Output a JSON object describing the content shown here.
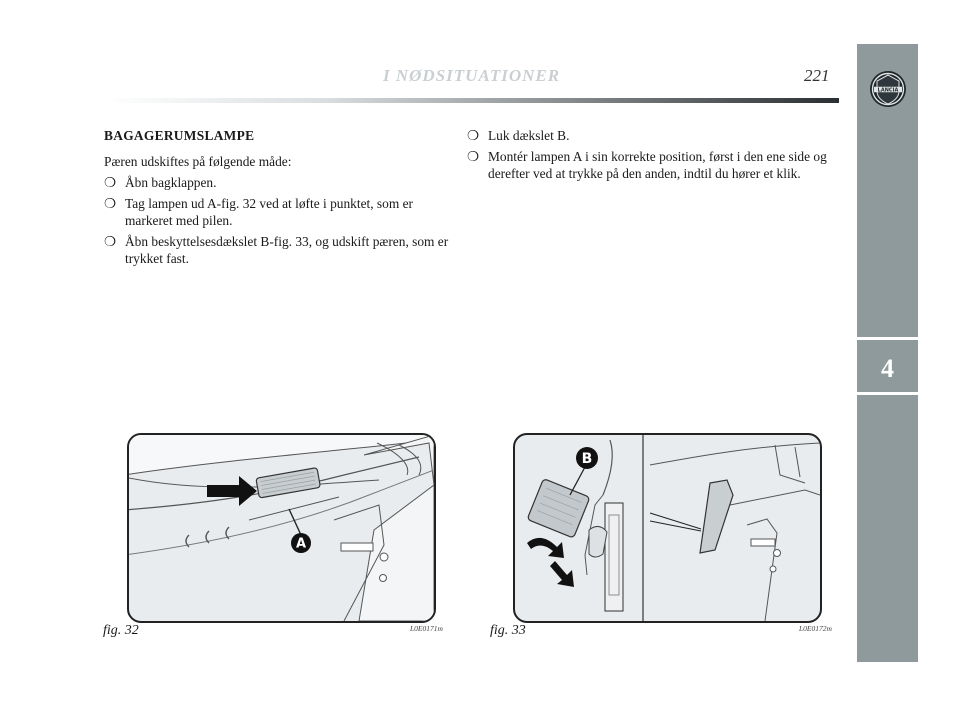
{
  "header": {
    "title": "I NØDSITUATIONER",
    "page_number": "221"
  },
  "sidebar": {
    "logo_text": "LANCIA",
    "chapter": "4"
  },
  "left_column": {
    "heading": "BAGAGERUMSLAMPE",
    "intro": "Pæren udskiftes på følgende måde:",
    "bullets": [
      "Åbn bagklappen.",
      "Tag lampen ud A-fig. 32 ved at løfte i punktet, som er markeret med pilen.",
      "Åbn beskyttelsesdækslet B-fig. 33, og udskift pæren, som er trykket fast."
    ]
  },
  "right_column": {
    "bullets": [
      "Luk dækslet B.",
      "Montér lampen A i sin korrekte position, først i den ene side og derefter ved at trykke på den anden, indtil du hører et klik."
    ]
  },
  "bullet_symbol": "❍",
  "figures": [
    {
      "caption": "fig. 32",
      "code": "L0E0171m",
      "callout": "A"
    },
    {
      "caption": "fig. 33",
      "code": "L0E0172m",
      "callout": "B"
    }
  ]
}
